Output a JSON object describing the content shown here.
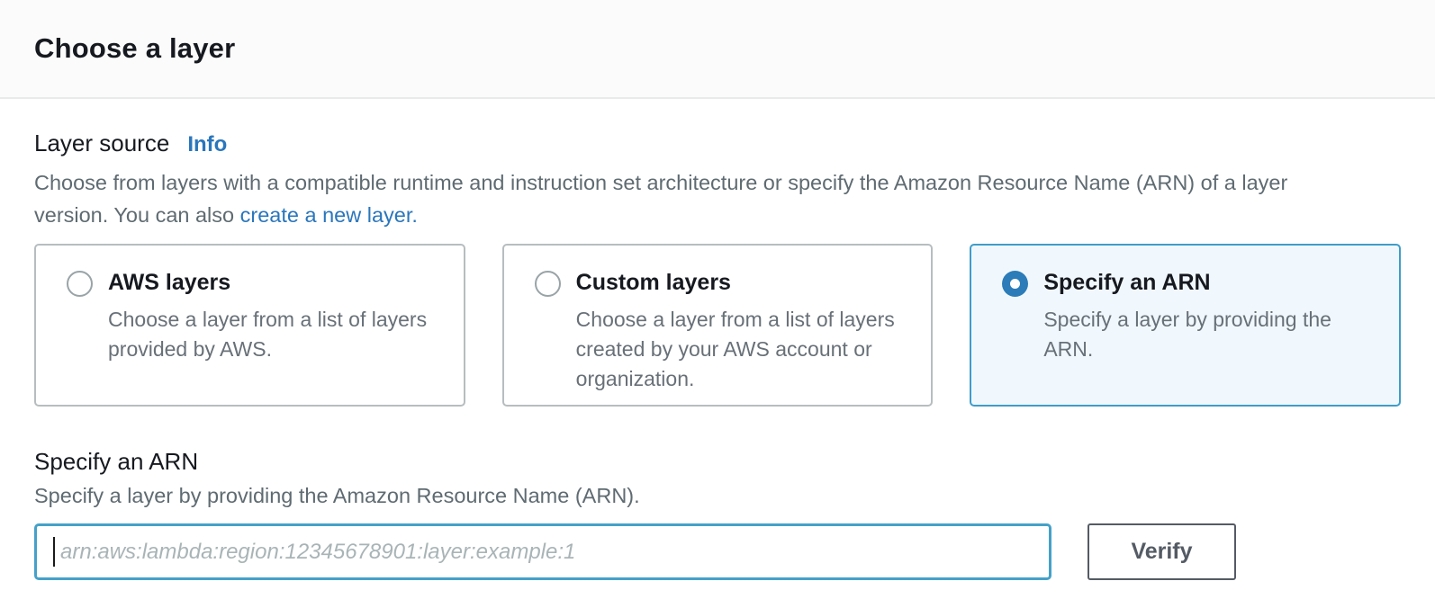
{
  "header": {
    "title": "Choose a layer"
  },
  "layer_source": {
    "label": "Layer source",
    "info_link": "Info",
    "description_before_link": "Choose from layers with a compatible runtime and instruction set architecture or specify the Amazon Resource Name (ARN) of a layer version. You can also ",
    "create_layer_link": "create a new layer."
  },
  "cards": [
    {
      "title": "AWS layers",
      "description": "Choose a layer from a list of layers provided by AWS.",
      "selected": false
    },
    {
      "title": "Custom layers",
      "description": "Choose a layer from a list of layers created by your AWS account or organization.",
      "selected": false
    },
    {
      "title": "Specify an ARN",
      "description": "Specify a layer by providing the ARN.",
      "selected": true
    }
  ],
  "arn_section": {
    "title": "Specify an ARN",
    "description": "Specify a layer by providing the Amazon Resource Name (ARN).",
    "input_value": "",
    "input_placeholder": "arn:aws:lambda:region:12345678901:layer:example:1",
    "verify_button": "Verify"
  },
  "colors": {
    "link_blue": "#2a76bc",
    "radio_selected_blue": "#2b7cb8",
    "focus_border_blue": "#44a1c9",
    "selected_card_bg": "#f1f8fd",
    "dark_text": "#16191f",
    "gray_text": "#687078",
    "button_gray": "#545b64"
  }
}
